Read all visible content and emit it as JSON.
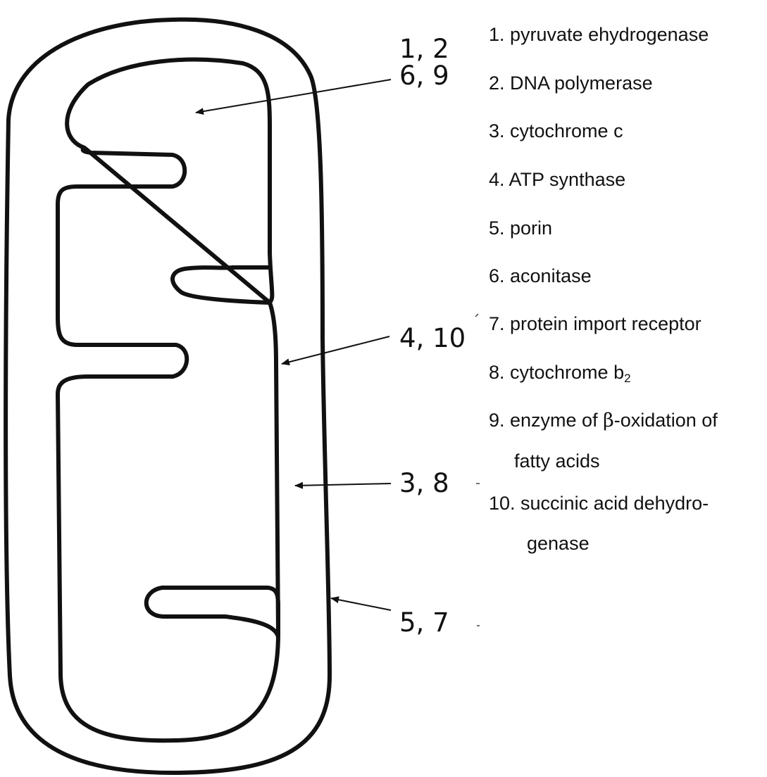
{
  "callouts": {
    "matrix": {
      "line1": "1, 2",
      "line2": "6, 9"
    },
    "inner_membrane": "4, 10",
    "intermembrane_space": "3, 8",
    "outer_membrane": "5, 7"
  },
  "legend": {
    "item1": "1. pyruvate ehydrogenase",
    "item2": "2. DNA polymerase",
    "item3": "3. cytochrome c",
    "item4": "4. ATP synthase",
    "item5": "5. porin",
    "item6": "6. aconitase",
    "item7": "7. protein import receptor",
    "item8_main": "8. cytochrome b",
    "item8_sub": "2",
    "item9_pre": "9. enzyme of ",
    "item9_beta": "β",
    "item9_post": "-oxidation of",
    "item9_cont": "fatty acids",
    "item10": "10. succinic acid dehydro-",
    "item10_cont": "genase"
  }
}
